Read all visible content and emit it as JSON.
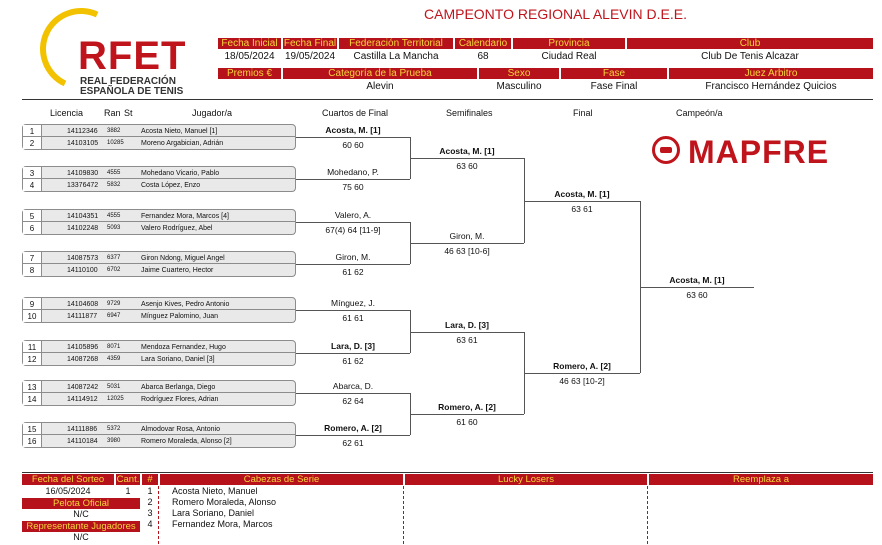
{
  "logo": {
    "main": "RFET",
    "line1": "REAL FEDERACIÓN",
    "line2": "ESPAÑOLA DE TENIS"
  },
  "title": "CAMPEONTO REGIONAL ALEVIN D.E.E.",
  "info1": {
    "headers": [
      "Fecha Inicial",
      "Fecha Final",
      "Federación Territorial",
      "Calendario",
      "Provincia",
      "Club"
    ],
    "values": [
      "18/05/2024",
      "19/05/2024",
      "Castilla La Mancha",
      "68",
      "Ciudad Real",
      "Club De Tenis Alcazar"
    ]
  },
  "info2": {
    "headers": [
      "Premios €",
      "Categoría de la Prueba",
      "Sexo",
      "Fase",
      "Juez Arbitro"
    ],
    "values": [
      "",
      "Alevin",
      "Masculino",
      "Fase Final",
      "Francisco Hernández Quicios"
    ]
  },
  "columns": {
    "licencia": "Licencia",
    "ran": "Ran",
    "st": "St",
    "jugador": "Jugador/a",
    "qf": "Cuartos de Final",
    "sf": "Semifinales",
    "final": "Final",
    "champ": "Campeón/a"
  },
  "players": [
    {
      "n": "1",
      "lic": "14112346",
      "rank": "3882",
      "name": "Acosta Nieto, Manuel [1]"
    },
    {
      "n": "2",
      "lic": "14103105",
      "rank": "10285",
      "name": "Moreno Argabician, Adrián"
    },
    {
      "n": "3",
      "lic": "14109830",
      "rank": "4555",
      "name": "Mohedano Vicario, Pablo"
    },
    {
      "n": "4",
      "lic": "13376472",
      "rank": "5832",
      "name": "Costa López, Enzo"
    },
    {
      "n": "5",
      "lic": "14104351",
      "rank": "4555",
      "name": "Fernandez Mora, Marcos [4]"
    },
    {
      "n": "6",
      "lic": "14102248",
      "rank": "5093",
      "name": "Valero Rodríguez, Abel"
    },
    {
      "n": "7",
      "lic": "14087573",
      "rank": "6377",
      "name": "Giron Ndong, Miguel Angel"
    },
    {
      "n": "8",
      "lic": "14110100",
      "rank": "6702",
      "name": "Jaime Cuartero, Hector"
    },
    {
      "n": "9",
      "lic": "14104608",
      "rank": "9729",
      "name": "Asenjo Kives, Pedro Antonio"
    },
    {
      "n": "10",
      "lic": "14111877",
      "rank": "6947",
      "name": "Mínguez Palomino, Juan"
    },
    {
      "n": "11",
      "lic": "14105896",
      "rank": "8071",
      "name": "Mendoza Fernandez, Hugo"
    },
    {
      "n": "12",
      "lic": "14087268",
      "rank": "4359",
      "name": "Lara Soriano, Daniel [3]"
    },
    {
      "n": "13",
      "lic": "14087242",
      "rank": "5031",
      "name": "Abarca Berlanga, Diego"
    },
    {
      "n": "14",
      "lic": "14114912",
      "rank": "12025",
      "name": "Rodríguez Flores, Adrian"
    },
    {
      "n": "15",
      "lic": "14111886",
      "rank": "5372",
      "name": "Almodovar Rosa, Antonio"
    },
    {
      "n": "16",
      "lic": "14110184",
      "rank": "3980",
      "name": "Romero Moraleda, Alonso [2]"
    }
  ],
  "qf": [
    {
      "winner": "Acosta, M. [1]",
      "score": "60 60",
      "bold": true
    },
    {
      "winner": "Mohedano, P.",
      "score": "75 60",
      "bold": false
    },
    {
      "winner": "Valero, A.",
      "score": "67(4) 64 [11-9]",
      "bold": false
    },
    {
      "winner": "Giron, M.",
      "score": "61 62",
      "bold": false
    },
    {
      "winner": "Mínguez, J.",
      "score": "61 61",
      "bold": false
    },
    {
      "winner": "Lara, D. [3]",
      "score": "61 62",
      "bold": true
    },
    {
      "winner": "Abarca, D.",
      "score": "62 64",
      "bold": false
    },
    {
      "winner": "Romero, A. [2]",
      "score": "62 61",
      "bold": true
    }
  ],
  "sf": [
    {
      "winner": "Acosta, M. [1]",
      "score": "63 60",
      "bold": true
    },
    {
      "winner": "Giron, M.",
      "score": "46 63 [10-6]",
      "bold": false
    },
    {
      "winner": "Lara, D. [3]",
      "score": "63 61",
      "bold": true
    },
    {
      "winner": "Romero, A. [2]",
      "score": "61 60",
      "bold": true
    }
  ],
  "final": [
    {
      "winner": "Acosta, M. [1]",
      "score": "63 61",
      "bold": true
    },
    {
      "winner": "Romero, A. [2]",
      "score": "46 63 [10-2]",
      "bold": true
    }
  ],
  "champion": {
    "winner": "Acosta, M. [1]",
    "score": "63 60"
  },
  "sponsor": "MAPFRE",
  "footer": {
    "headers": {
      "draw_date": "Fecha del Sorteo",
      "cant": "Cant.",
      "hash": "#",
      "seeds": "Cabezas de Serie",
      "lucky": "Lucky Losers",
      "replace": "Reemplaza a"
    },
    "draw_date": "16/05/2024",
    "cant": "1",
    "ball_label": "Pelota Oficial",
    "ball_value": "N/C",
    "rep_label": "Representante Jugadores",
    "rep_value": "N/C",
    "seeds": [
      {
        "n": "1",
        "name": "Acosta Nieto, Manuel"
      },
      {
        "n": "2",
        "name": "Romero Moraleda, Alonso"
      },
      {
        "n": "3",
        "name": "Lara Soriano, Daniel"
      },
      {
        "n": "4",
        "name": "Fernandez Mora, Marcos"
      }
    ]
  },
  "colors": {
    "red": "#b5121b",
    "yellow": "#f7d63a",
    "brand": "#c0141c"
  }
}
